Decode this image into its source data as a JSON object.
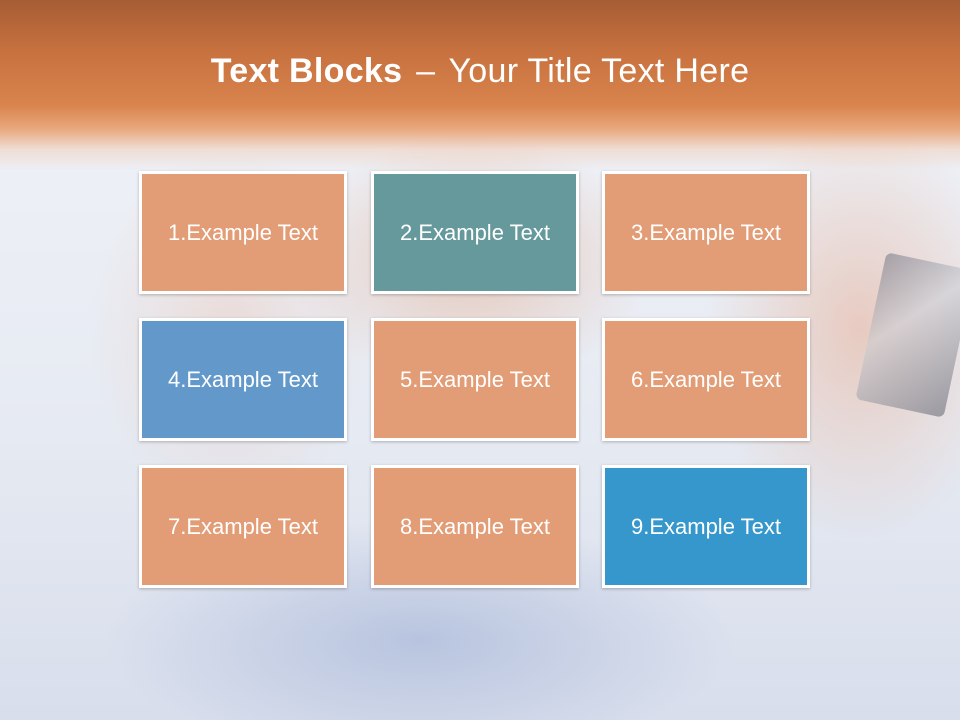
{
  "title": {
    "bold": "Text Blocks",
    "separator": "–",
    "rest": "Your Title Text Here"
  },
  "colors": {
    "orange_block": "#e29d76",
    "teal_block": "#65999b",
    "blue_block": "#6399ca",
    "cyan_block": "#3597cc",
    "header_orange": "#d9844d"
  },
  "blocks": [
    {
      "label": "1.Example Text",
      "color": "#e29d76"
    },
    {
      "label": "2.Example Text",
      "color": "#65999b"
    },
    {
      "label": "3.Example Text",
      "color": "#e29d76"
    },
    {
      "label": "4.Example Text",
      "color": "#6399ca"
    },
    {
      "label": "5.Example Text",
      "color": "#e29d76"
    },
    {
      "label": "6.Example Text",
      "color": "#e29d76"
    },
    {
      "label": "7.Example Text",
      "color": "#e29d76"
    },
    {
      "label": "8.Example Text",
      "color": "#e29d76"
    },
    {
      "label": "9.Example Text",
      "color": "#3597cc"
    }
  ]
}
